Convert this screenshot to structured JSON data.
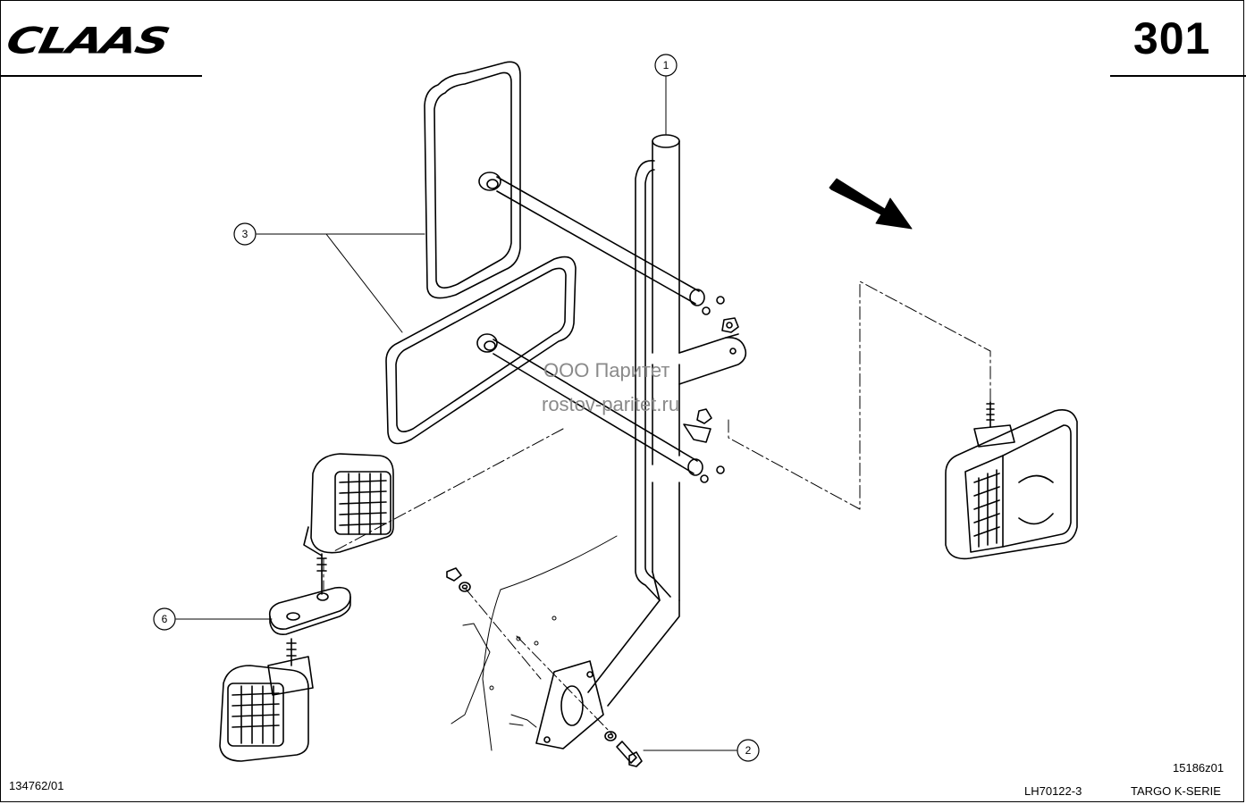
{
  "header": {
    "brand": "CLAAS",
    "page_number": "301"
  },
  "callouts": [
    {
      "label": "1"
    },
    {
      "label": "2"
    },
    {
      "label": "3"
    },
    {
      "label": "6"
    }
  ],
  "watermark": {
    "line1": "ООО Паритет",
    "line2": "rostov-paritet.ru"
  },
  "footer": {
    "left_code": "134762/01",
    "drawing_ref": "15186z01",
    "part_ref": "LH70122-3",
    "series": "TARGO K-SERIE"
  }
}
